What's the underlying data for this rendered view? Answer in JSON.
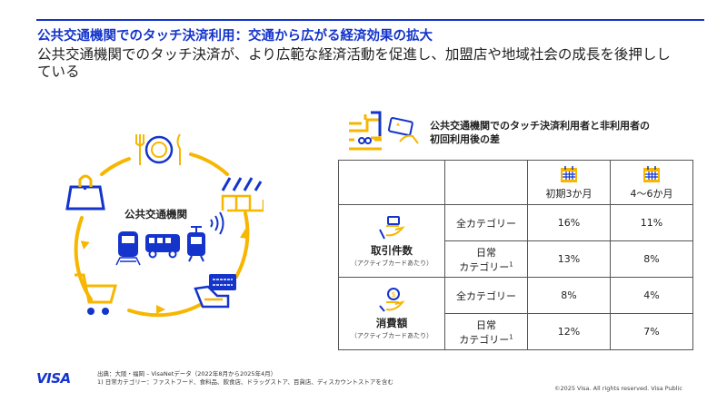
{
  "header": {
    "title": "公共交通機関でのタッチ決済利用：交通から広がる経済効果の拡大",
    "subtitle": "公共交通機関でのタッチ決済が、より広範な経済活動を促進し、加盟店や地域社会の成長を後押ししている"
  },
  "diagram": {
    "center_label": "公共交通機関",
    "icons": [
      "dining-icon",
      "factory-icon",
      "office-seat-icon",
      "shopping-cart-icon",
      "shopping-bag-icon",
      "train-icon",
      "bus-icon",
      "tram-icon",
      "contactless-icon"
    ]
  },
  "table": {
    "title_line1": "公共交通機関でのタッチ決済利用者と非利用者の",
    "title_line2": "初回利用後の差",
    "columns": [
      "初期3か月",
      "4〜6か月"
    ],
    "groups": [
      {
        "metric": "取引件数",
        "sub": "（アクティブカードあたり）",
        "rows": [
          {
            "category": "全カテゴリー",
            "values": [
              "16%",
              "11%"
            ]
          },
          {
            "category_l1": "日常",
            "category_l2": "カテゴリー",
            "note": "1",
            "values": [
              "13%",
              "8%"
            ]
          }
        ]
      },
      {
        "metric": "消費額",
        "sub": "（アクティブカードあたり）",
        "rows": [
          {
            "category": "全カテゴリー",
            "values": [
              "8%",
              "4%"
            ]
          },
          {
            "category_l1": "日常",
            "category_l2": "カテゴリー",
            "note": "1",
            "values": [
              "12%",
              "7%"
            ]
          }
        ]
      }
    ]
  },
  "footer": {
    "logo": "VISA",
    "source": "出典：大阪・福岡 – VisaNetデータ（2022年8月から2025年4月）",
    "note1": "1) 日常カテゴリー：ファストフード、食料品、飲食店、ドラッグストア、百貨店、ディスカウントストアを含む",
    "copyright": "©2025 Visa. All rights reserved. Visa Public"
  },
  "colors": {
    "brand_blue": "#1434cb",
    "accent_yellow": "#f7b600"
  }
}
